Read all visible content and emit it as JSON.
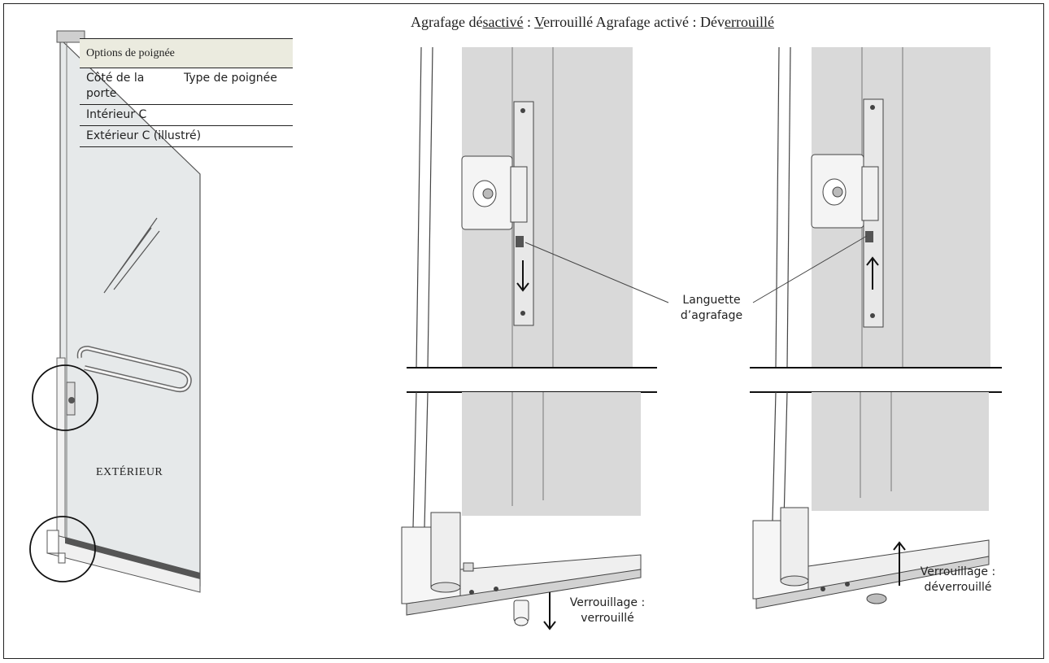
{
  "header": {
    "p1": "Agrafage dé",
    "p2": "sactivé",
    "p3": "  : ",
    "p4": "V",
    "p5": "errouillé Agrafage activé   : Dév",
    "p6": "errouillé"
  },
  "table": {
    "title": "Options de poignée",
    "col1": "Côté de la porte",
    "col2": "Type de poignée",
    "row1": "Intérieur C",
    "row2": "Extérieur C (illustré)"
  },
  "labels": {
    "exterior": "EXTÉRIEUR",
    "tab_callout": "Languette d’agrafage",
    "locked": "Verrouillage : verrouillé",
    "unlocked": "Verrouillage : déverrouillé"
  },
  "colors": {
    "panel_gray": "#d9d9d9",
    "glass": "#e6e9ea",
    "line": "#222222",
    "table_header": "#ebebdf"
  }
}
